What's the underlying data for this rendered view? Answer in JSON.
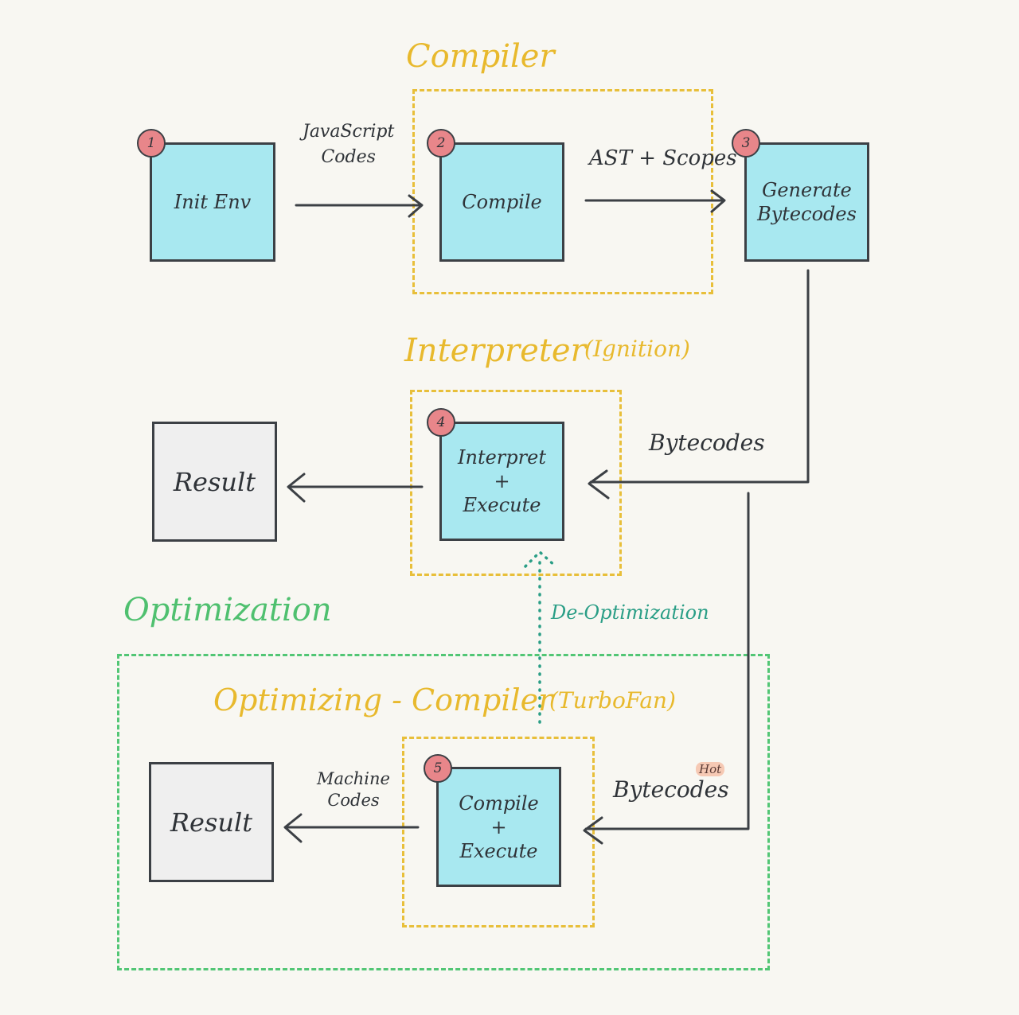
{
  "sections": {
    "compiler": "Compiler",
    "interpreter": "Interpreter",
    "interpreter_sub": "(Ignition)",
    "optimization": "Optimization",
    "optimizing_compiler": "Optimizing - Compiler",
    "optimizing_compiler_sub": "(TurboFan)"
  },
  "steps": [
    {
      "number": "1",
      "label": "Init Env"
    },
    {
      "number": "2",
      "label": "Compile"
    },
    {
      "number": "3",
      "label": "Generate\nBytecodes"
    },
    {
      "number": "4",
      "label": "Interpret\n+\nExecute"
    },
    {
      "number": "5",
      "label": "Compile\n+\nExecute"
    }
  ],
  "results": [
    "Result",
    "Result"
  ],
  "edges": {
    "js_codes": "JavaScript\nCodes",
    "ast_scopes": "AST + Scopes",
    "bytecodes": "Bytecodes",
    "bytecodes_hot": "Bytecodes",
    "hot_tag": "Hot",
    "machine_codes": "Machine\nCodes",
    "deopt": "De-Optimization"
  },
  "colors": {
    "box_fill": "#a8e8f0",
    "result_fill": "#efefef",
    "badge": "#e8868a",
    "compiler_frame": "#e8bf3a",
    "optimization_frame": "#52c675",
    "deopt_line": "#2a9e86",
    "stroke": "#3c4045"
  }
}
